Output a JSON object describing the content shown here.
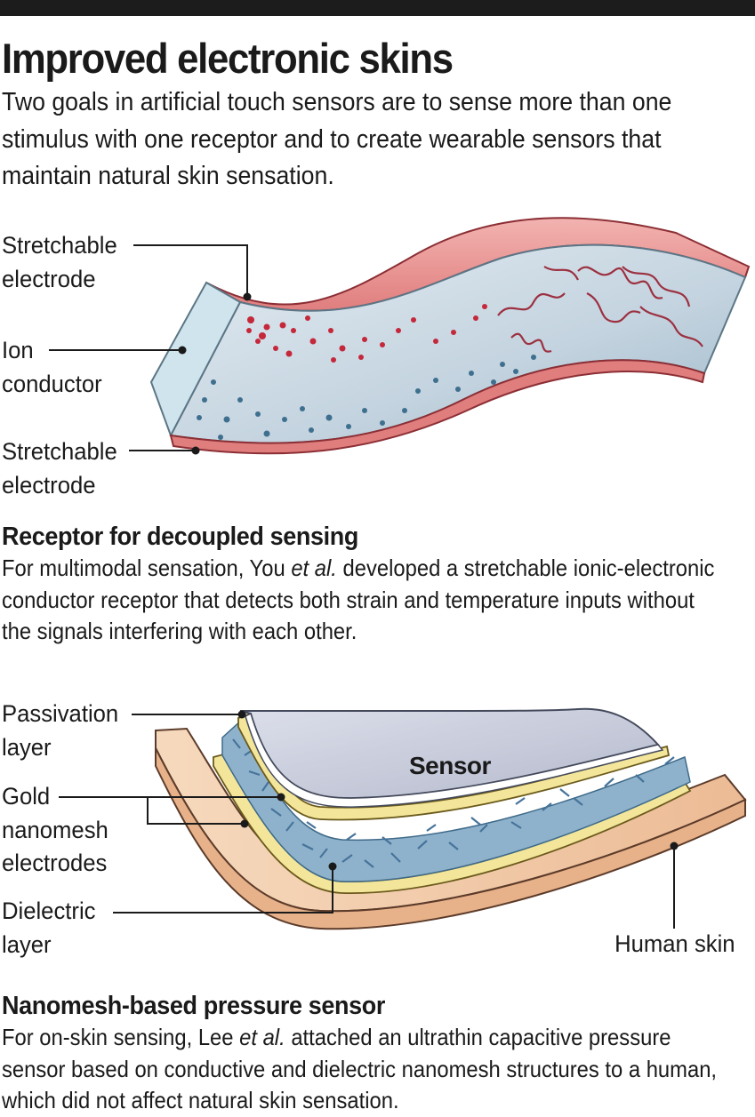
{
  "title": "Improved electronic skins",
  "intro": "Two goals in artificial touch sensors are to sense more than one stimulus with one receptor and to create wearable sensors that maintain natural skin sensation.",
  "figure1": {
    "labels": {
      "top_electrode_1": "Stretchable",
      "top_electrode_2": "electrode",
      "ion_1": "Ion",
      "ion_2": "conductor",
      "bottom_electrode_1": "Stretchable",
      "bottom_electrode_2": "electrode"
    },
    "heading": "Receptor for decoupled sensing",
    "body": {
      "pre": "For multimodal sensation, You ",
      "emph": "et al.",
      "post": " developed a stretchable ionic-electronic conductor receptor that detects both strain and temperature inputs without the signals interfering with each other."
    }
  },
  "figure2": {
    "labels": {
      "passivation_1": "Passivation",
      "passivation_2": "layer",
      "gold_1": "Gold",
      "gold_2": "nanomesh",
      "gold_3": "electrodes",
      "dielectric_1": "Dielectric",
      "dielectric_2": "layer",
      "human_skin": "Human skin",
      "sensor": "Sensor"
    },
    "heading": "Nanomesh-based pressure sensor",
    "body": {
      "pre": "For on-skin sensing, Lee ",
      "emph": "et al.",
      "post": " attached an ultrathin capacitive pressure sensor based on conductive and dielectric nanomesh structures to a human, which did not affect natural skin sensation."
    }
  },
  "colors": {
    "electrode_pink": "#e07e7e",
    "ion_gel": "#c8d6e2",
    "red_dots": "#c4283a",
    "blue_dots": "#3e6f8e",
    "skin": "#f0c8a4",
    "gold": "#f3e69a",
    "nanomesh": "#7fa4c2",
    "sensor_gray": "#c9ccdb"
  }
}
